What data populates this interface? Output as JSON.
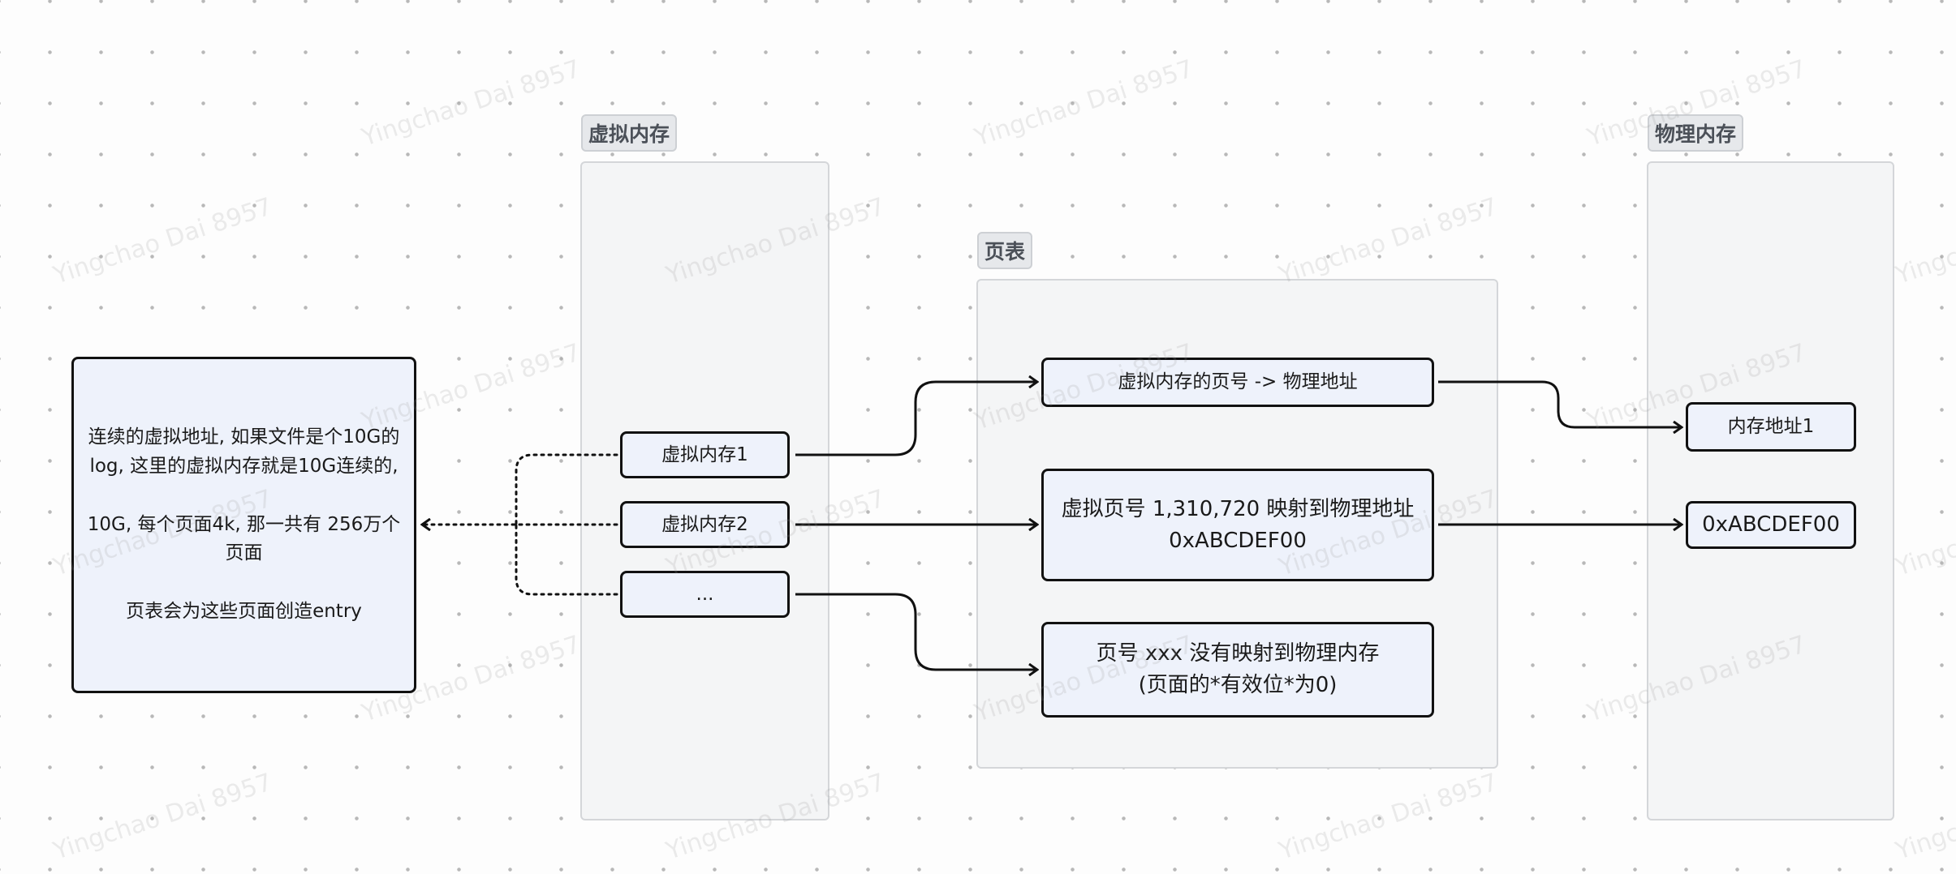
{
  "watermark": "Yingchao Dai 8957",
  "groups": {
    "virtual_memory": {
      "label": "虚拟内存",
      "items": [
        "虚拟内存1",
        "虚拟内存2",
        "..."
      ]
    },
    "page_table": {
      "label": "页表",
      "items": [
        "虚拟内存的页号 -> 物理地址",
        "虚拟页号 1,310,720 映射到物理地址 0xABCDEF00",
        "页号 xxx 没有映射到物理内存 (页面的*有效位*为0)"
      ]
    },
    "physical_memory": {
      "label": "物理内存",
      "items": [
        "内存地址1",
        "0xABCDEF00"
      ]
    }
  },
  "note": {
    "line1": "连续的虚拟地址, 如果文件是个10G的log, 这里的虚拟内存就是10G连续的,",
    "line2": "10G, 每个页面4k, 那一共有 256万个页面",
    "line3": "页表会为这些页面创造entry"
  }
}
